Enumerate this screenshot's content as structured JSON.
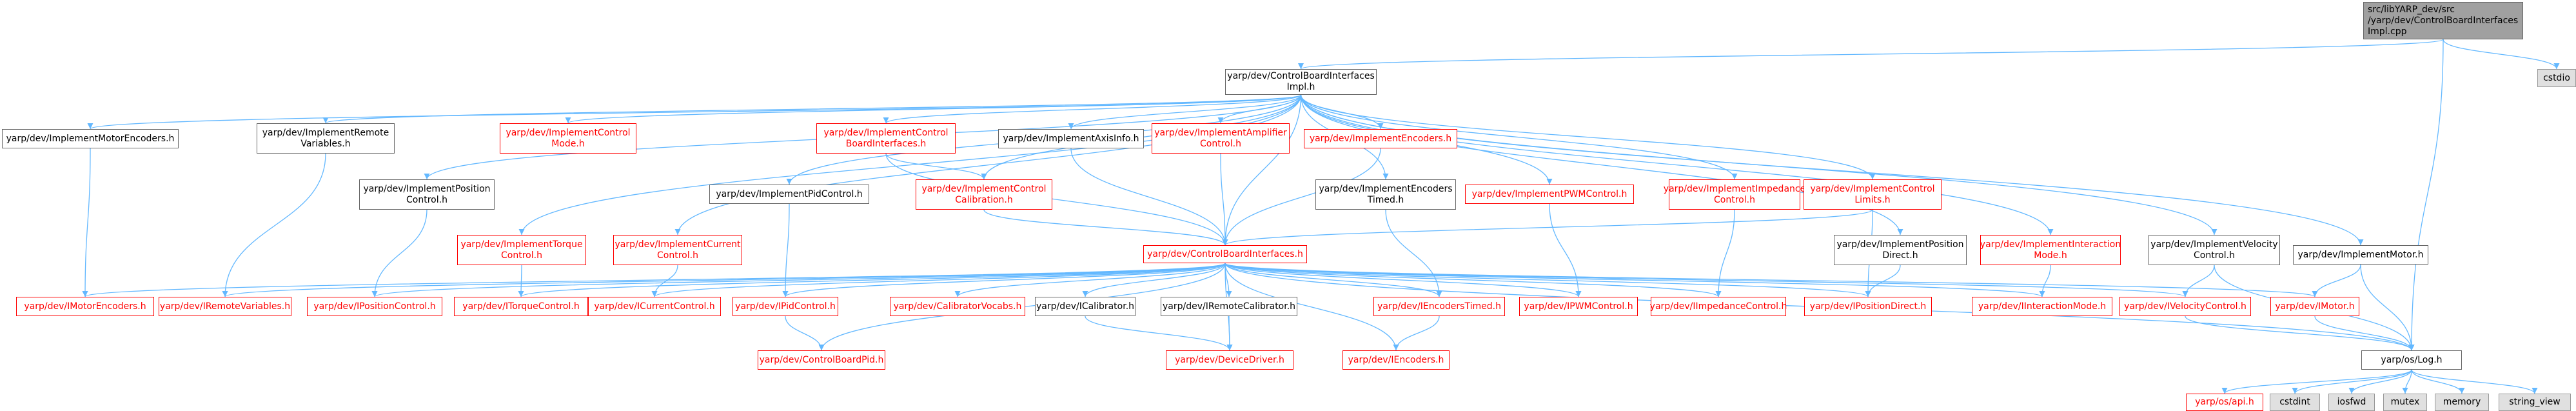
{
  "colors": {
    "edge": "#63b8ff",
    "node_border": "#666666",
    "missing_border": "#ff0000",
    "missing_text": "#ff0000",
    "root_fill": "#a0a0a0",
    "system_fill": "#e0e0e0"
  },
  "nodes": [
    {
      "id": "root",
      "label": "src/libYARP_dev/src\n/yarp/dev/ControlBoardInterfaces\nImpl.cpp",
      "kind": "root"
    },
    {
      "id": "cstdio",
      "label": "cstdio",
      "kind": "system"
    },
    {
      "id": "cbiimpl",
      "label": "yarp/dev/ControlBoardInterfaces\nImpl.h",
      "kind": "normal"
    },
    {
      "id": "implMotorEnc",
      "label": "yarp/dev/ImplementMotorEncoders.h",
      "kind": "normal"
    },
    {
      "id": "implRemoteVar",
      "label": "yarp/dev/ImplementRemote\nVariables.h",
      "kind": "normal"
    },
    {
      "id": "implCtrlMode",
      "label": "yarp/dev/ImplementControl\nMode.h",
      "kind": "missing"
    },
    {
      "id": "implCBI",
      "label": "yarp/dev/ImplementControl\nBoardInterfaces.h",
      "kind": "missing"
    },
    {
      "id": "implAxisInfo",
      "label": "yarp/dev/ImplementAxisInfo.h",
      "kind": "normal"
    },
    {
      "id": "implAmp",
      "label": "yarp/dev/ImplementAmplifier\nControl.h",
      "kind": "missing"
    },
    {
      "id": "implEnc",
      "label": "yarp/dev/ImplementEncoders.h",
      "kind": "missing"
    },
    {
      "id": "implPosCtrl",
      "label": "yarp/dev/ImplementPosition\nControl.h",
      "kind": "normal"
    },
    {
      "id": "implPid",
      "label": "yarp/dev/ImplementPidControl.h",
      "kind": "normal"
    },
    {
      "id": "implCalib",
      "label": "yarp/dev/ImplementControl\nCalibration.h",
      "kind": "missing"
    },
    {
      "id": "implEncTimed",
      "label": "yarp/dev/ImplementEncoders\nTimed.h",
      "kind": "normal"
    },
    {
      "id": "implPWM",
      "label": "yarp/dev/ImplementPWMControl.h",
      "kind": "missing"
    },
    {
      "id": "implImped",
      "label": "yarp/dev/ImplementImpedance\nControl.h",
      "kind": "missing"
    },
    {
      "id": "implLimits",
      "label": "yarp/dev/ImplementControl\nLimits.h",
      "kind": "missing"
    },
    {
      "id": "implTorque",
      "label": "yarp/dev/ImplementTorque\nControl.h",
      "kind": "missing"
    },
    {
      "id": "implCurrent",
      "label": "yarp/dev/ImplementCurrent\nControl.h",
      "kind": "missing"
    },
    {
      "id": "cbi",
      "label": "yarp/dev/ControlBoardInterfaces.h",
      "kind": "missing"
    },
    {
      "id": "implPosDirect",
      "label": "yarp/dev/ImplementPosition\nDirect.h",
      "kind": "normal"
    },
    {
      "id": "implInteract",
      "label": "yarp/dev/ImplementInteraction\nMode.h",
      "kind": "missing"
    },
    {
      "id": "implVel",
      "label": "yarp/dev/ImplementVelocity\nControl.h",
      "kind": "normal"
    },
    {
      "id": "implMotor",
      "label": "yarp/dev/ImplementMotor.h",
      "kind": "normal"
    },
    {
      "id": "iMotorEnc",
      "label": "yarp/dev/IMotorEncoders.h",
      "kind": "missing"
    },
    {
      "id": "iRemoteVar",
      "label": "yarp/dev/IRemoteVariables.h",
      "kind": "missing"
    },
    {
      "id": "iPosCtrl",
      "label": "yarp/dev/IPositionControl.h",
      "kind": "missing"
    },
    {
      "id": "iTorque",
      "label": "yarp/dev/ITorqueControl.h",
      "kind": "missing"
    },
    {
      "id": "iCurrent",
      "label": "yarp/dev/ICurrentControl.h",
      "kind": "missing"
    },
    {
      "id": "iPid",
      "label": "yarp/dev/IPidControl.h",
      "kind": "missing"
    },
    {
      "id": "calibVocabs",
      "label": "yarp/dev/CalibratorVocabs.h",
      "kind": "missing"
    },
    {
      "id": "iCalib",
      "label": "yarp/dev/ICalibrator.h",
      "kind": "normal"
    },
    {
      "id": "iRemoteCalib",
      "label": "yarp/dev/IRemoteCalibrator.h",
      "kind": "normal"
    },
    {
      "id": "iEncTimed",
      "label": "yarp/dev/IEncodersTimed.h",
      "kind": "missing"
    },
    {
      "id": "iPWM",
      "label": "yarp/dev/IPWMControl.h",
      "kind": "missing"
    },
    {
      "id": "iImped",
      "label": "yarp/dev/IImpedanceControl.h",
      "kind": "missing"
    },
    {
      "id": "iPosDirect",
      "label": "yarp/dev/IPositionDirect.h",
      "kind": "missing"
    },
    {
      "id": "iInteract",
      "label": "yarp/dev/IInteractionMode.h",
      "kind": "missing"
    },
    {
      "id": "iVel",
      "label": "yarp/dev/IVelocityControl.h",
      "kind": "missing"
    },
    {
      "id": "iMotor",
      "label": "yarp/dev/IMotor.h",
      "kind": "missing"
    },
    {
      "id": "cbPid",
      "label": "yarp/dev/ControlBoardPid.h",
      "kind": "missing"
    },
    {
      "id": "deviceDriver",
      "label": "yarp/dev/DeviceDriver.h",
      "kind": "missing"
    },
    {
      "id": "iEncoders",
      "label": "yarp/dev/IEncoders.h",
      "kind": "missing"
    },
    {
      "id": "log",
      "label": "yarp/os/Log.h",
      "kind": "normal"
    },
    {
      "id": "api",
      "label": "yarp/os/api.h",
      "kind": "missing"
    },
    {
      "id": "cstdint",
      "label": "cstdint",
      "kind": "system"
    },
    {
      "id": "iosfwd",
      "label": "iosfwd",
      "kind": "system"
    },
    {
      "id": "mutex",
      "label": "mutex",
      "kind": "system"
    },
    {
      "id": "memory",
      "label": "memory",
      "kind": "system"
    },
    {
      "id": "string_view",
      "label": "string_view",
      "kind": "system"
    }
  ],
  "edges": [
    [
      "root",
      "cbiimpl"
    ],
    [
      "root",
      "cstdio"
    ],
    [
      "root",
      "log"
    ],
    [
      "cbiimpl",
      "implMotorEnc"
    ],
    [
      "cbiimpl",
      "implRemoteVar"
    ],
    [
      "cbiimpl",
      "implCtrlMode"
    ],
    [
      "cbiimpl",
      "implCBI"
    ],
    [
      "cbiimpl",
      "implAxisInfo"
    ],
    [
      "cbiimpl",
      "implAmp"
    ],
    [
      "cbiimpl",
      "implEnc"
    ],
    [
      "cbiimpl",
      "implPosCtrl"
    ],
    [
      "cbiimpl",
      "implPid"
    ],
    [
      "cbiimpl",
      "implCalib"
    ],
    [
      "cbiimpl",
      "implEncTimed"
    ],
    [
      "cbiimpl",
      "implPWM"
    ],
    [
      "cbiimpl",
      "implImped"
    ],
    [
      "cbiimpl",
      "implLimits"
    ],
    [
      "cbiimpl",
      "implTorque"
    ],
    [
      "cbiimpl",
      "implCurrent"
    ],
    [
      "cbiimpl",
      "cbi"
    ],
    [
      "cbiimpl",
      "implPosDirect"
    ],
    [
      "cbiimpl",
      "implInteract"
    ],
    [
      "cbiimpl",
      "implVel"
    ],
    [
      "cbiimpl",
      "implMotor"
    ],
    [
      "implMotorEnc",
      "iMotorEnc"
    ],
    [
      "implRemoteVar",
      "iRemoteVar"
    ],
    [
      "implPosCtrl",
      "iPosCtrl"
    ],
    [
      "implPid",
      "iPid"
    ],
    [
      "implCBI",
      "implCalib"
    ],
    [
      "implCBI",
      "cbi"
    ],
    [
      "implCalib",
      "cbi"
    ],
    [
      "implAxisInfo",
      "cbi"
    ],
    [
      "implAmp",
      "cbi"
    ],
    [
      "implEnc",
      "cbi"
    ],
    [
      "implLimits",
      "cbi"
    ],
    [
      "implLimits",
      "iPosDirect"
    ],
    [
      "implTorque",
      "iTorque"
    ],
    [
      "implCurrent",
      "iCurrent"
    ],
    [
      "implEncTimed",
      "iEncTimed"
    ],
    [
      "implPWM",
      "iPWM"
    ],
    [
      "implImped",
      "iImped"
    ],
    [
      "implPosDirect",
      "iPosDirect"
    ],
    [
      "implInteract",
      "iInteract"
    ],
    [
      "implVel",
      "iVel"
    ],
    [
      "implMotor",
      "iMotor"
    ],
    [
      "cbi",
      "iMotorEnc"
    ],
    [
      "cbi",
      "iRemoteVar"
    ],
    [
      "cbi",
      "iPosCtrl"
    ],
    [
      "cbi",
      "iTorque"
    ],
    [
      "cbi",
      "iCurrent"
    ],
    [
      "cbi",
      "iPid"
    ],
    [
      "cbi",
      "calibVocabs"
    ],
    [
      "cbi",
      "iCalib"
    ],
    [
      "cbi",
      "iRemoteCalib"
    ],
    [
      "cbi",
      "iEncTimed"
    ],
    [
      "cbi",
      "iPWM"
    ],
    [
      "cbi",
      "iImped"
    ],
    [
      "cbi",
      "iPosDirect"
    ],
    [
      "cbi",
      "iInteract"
    ],
    [
      "cbi",
      "iVel"
    ],
    [
      "cbi",
      "iMotor"
    ],
    [
      "cbi",
      "cbPid"
    ],
    [
      "cbi",
      "deviceDriver"
    ],
    [
      "cbi",
      "iEncoders"
    ],
    [
      "cbi",
      "log"
    ],
    [
      "iPid",
      "cbPid"
    ],
    [
      "iCalib",
      "deviceDriver"
    ],
    [
      "iRemoteCalib",
      "deviceDriver"
    ],
    [
      "iEncTimed",
      "iEncoders"
    ],
    [
      "iVel",
      "log"
    ],
    [
      "iMotor",
      "log"
    ],
    [
      "implVel",
      "log"
    ],
    [
      "implMotor",
      "log"
    ],
    [
      "log",
      "api"
    ],
    [
      "log",
      "cstdint"
    ],
    [
      "log",
      "iosfwd"
    ],
    [
      "log",
      "mutex"
    ],
    [
      "log",
      "memory"
    ],
    [
      "log",
      "string_view"
    ]
  ]
}
